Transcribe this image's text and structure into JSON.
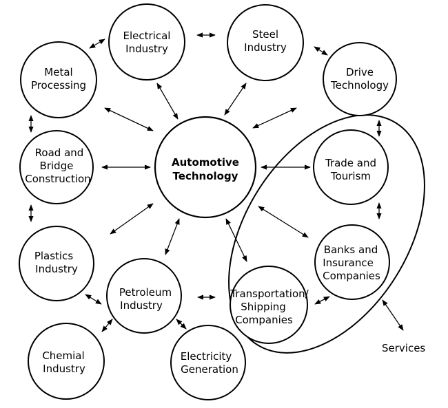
{
  "center": {
    "lines": [
      "Automotive",
      "Technology"
    ]
  },
  "nodes": {
    "electrical": {
      "lines": [
        "Electrical",
        "Industry"
      ]
    },
    "steel": {
      "lines": [
        "Steel",
        "Industry"
      ]
    },
    "metal": {
      "lines": [
        "Metal",
        "Processing"
      ]
    },
    "drive": {
      "lines": [
        "Drive",
        "Technology"
      ]
    },
    "road": {
      "lines": [
        "Road and",
        "Bridge",
        "Construction"
      ]
    },
    "trade": {
      "lines": [
        "Trade and",
        "Tourism"
      ]
    },
    "plastics": {
      "lines": [
        "Plastics",
        "Industry"
      ]
    },
    "banks": {
      "lines": [
        "Banks and",
        "Insurance",
        "Companies"
      ]
    },
    "petroleum": {
      "lines": [
        "Petroleum",
        "Industry"
      ]
    },
    "transport": {
      "lines": [
        "Transportation/",
        "Shipping",
        "Companies"
      ]
    },
    "chemial": {
      "lines": [
        "Chemial",
        "Industry"
      ]
    },
    "electricity": {
      "lines": [
        "Electricity",
        "Generation"
      ]
    }
  },
  "services_label": "Services"
}
